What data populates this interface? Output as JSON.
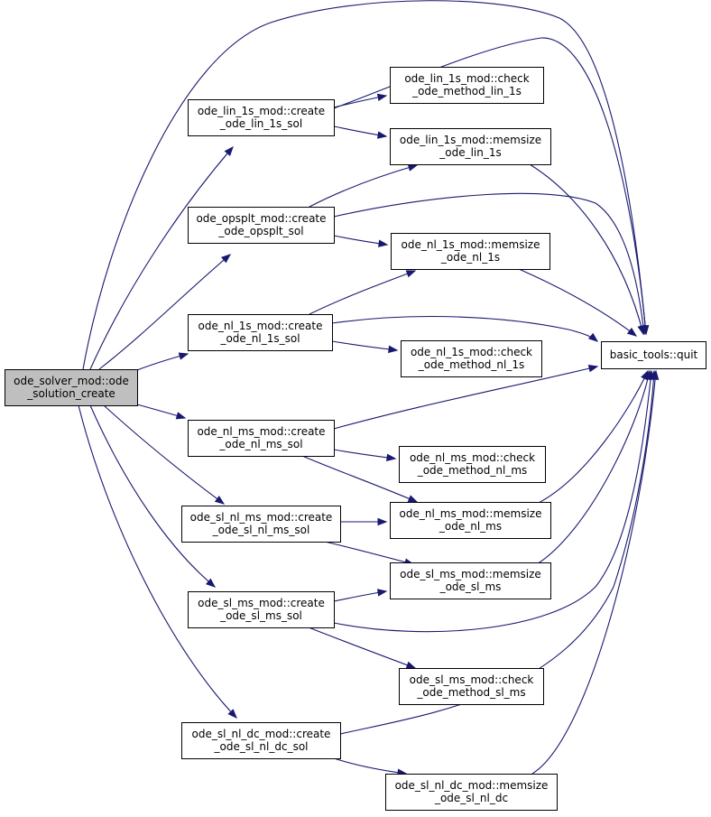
{
  "graph": {
    "nodes": {
      "root": {
        "lines": [
          "ode_solver_mod::ode",
          "_solution_create"
        ]
      },
      "lin_create": {
        "lines": [
          "ode_lin_1s_mod::create",
          "_ode_lin_1s_sol"
        ]
      },
      "lin_check": {
        "lines": [
          "ode_lin_1s_mod::check",
          "_ode_method_lin_1s"
        ]
      },
      "lin_memsize": {
        "lines": [
          "ode_lin_1s_mod::memsize",
          "_ode_lin_1s"
        ]
      },
      "opsplt_create": {
        "lines": [
          "ode_opsplt_mod::create",
          "_ode_opsplt_sol"
        ]
      },
      "nl1s_memsize": {
        "lines": [
          "ode_nl_1s_mod::memsize",
          "_ode_nl_1s"
        ]
      },
      "nl1s_create": {
        "lines": [
          "ode_nl_1s_mod::create",
          "_ode_nl_1s_sol"
        ]
      },
      "nl1s_check": {
        "lines": [
          "ode_nl_1s_mod::check",
          "_ode_method_nl_1s"
        ]
      },
      "quit": {
        "lines": [
          "basic_tools::quit"
        ]
      },
      "nlms_create": {
        "lines": [
          "ode_nl_ms_mod::create",
          "_ode_nl_ms_sol"
        ]
      },
      "nlms_check": {
        "lines": [
          "ode_nl_ms_mod::check",
          "_ode_method_nl_ms"
        ]
      },
      "slnlms_create": {
        "lines": [
          "ode_sl_nl_ms_mod::create",
          "_ode_sl_nl_ms_sol"
        ]
      },
      "nlms_memsize": {
        "lines": [
          "ode_nl_ms_mod::memsize",
          "_ode_nl_ms"
        ]
      },
      "slms_memsize": {
        "lines": [
          "ode_sl_ms_mod::memsize",
          "_ode_sl_ms"
        ]
      },
      "slms_create": {
        "lines": [
          "ode_sl_ms_mod::create",
          "_ode_sl_ms_sol"
        ]
      },
      "slms_check": {
        "lines": [
          "ode_sl_ms_mod::check",
          "_ode_method_sl_ms"
        ]
      },
      "slnldc_create": {
        "lines": [
          "ode_sl_nl_dc_mod::create",
          "_ode_sl_nl_dc_sol"
        ]
      },
      "slnldc_memsize": {
        "lines": [
          "ode_sl_nl_dc_mod::memsize",
          "_ode_sl_nl_dc"
        ]
      }
    },
    "edges": [
      [
        "root",
        "quit"
      ],
      [
        "root",
        "lin_create"
      ],
      [
        "root",
        "opsplt_create"
      ],
      [
        "root",
        "nl1s_create"
      ],
      [
        "root",
        "nlms_create"
      ],
      [
        "root",
        "slnlms_create"
      ],
      [
        "root",
        "slms_create"
      ],
      [
        "root",
        "slnldc_create"
      ],
      [
        "lin_create",
        "lin_check"
      ],
      [
        "lin_create",
        "lin_memsize"
      ],
      [
        "lin_create",
        "quit"
      ],
      [
        "lin_memsize",
        "quit"
      ],
      [
        "opsplt_create",
        "lin_memsize"
      ],
      [
        "opsplt_create",
        "quit"
      ],
      [
        "opsplt_create",
        "nl1s_memsize"
      ],
      [
        "nl1s_memsize",
        "quit"
      ],
      [
        "nl1s_create",
        "nl1s_memsize"
      ],
      [
        "nl1s_create",
        "quit"
      ],
      [
        "nl1s_create",
        "nl1s_check"
      ],
      [
        "nlms_create",
        "quit"
      ],
      [
        "nlms_create",
        "nlms_check"
      ],
      [
        "nlms_create",
        "nlms_memsize"
      ],
      [
        "slnlms_create",
        "nlms_memsize"
      ],
      [
        "slnlms_create",
        "slms_memsize"
      ],
      [
        "nlms_memsize",
        "quit"
      ],
      [
        "slms_memsize",
        "quit"
      ],
      [
        "slms_create",
        "slms_memsize"
      ],
      [
        "slms_create",
        "quit"
      ],
      [
        "slms_create",
        "slms_check"
      ],
      [
        "slnldc_create",
        "quit"
      ],
      [
        "slnldc_create",
        "slnldc_memsize"
      ],
      [
        "slnldc_memsize",
        "quit"
      ]
    ],
    "colors": {
      "edge": "#191970",
      "root_fill": "#bfbfbf",
      "node_fill": "#ffffff",
      "border": "#000000"
    }
  }
}
